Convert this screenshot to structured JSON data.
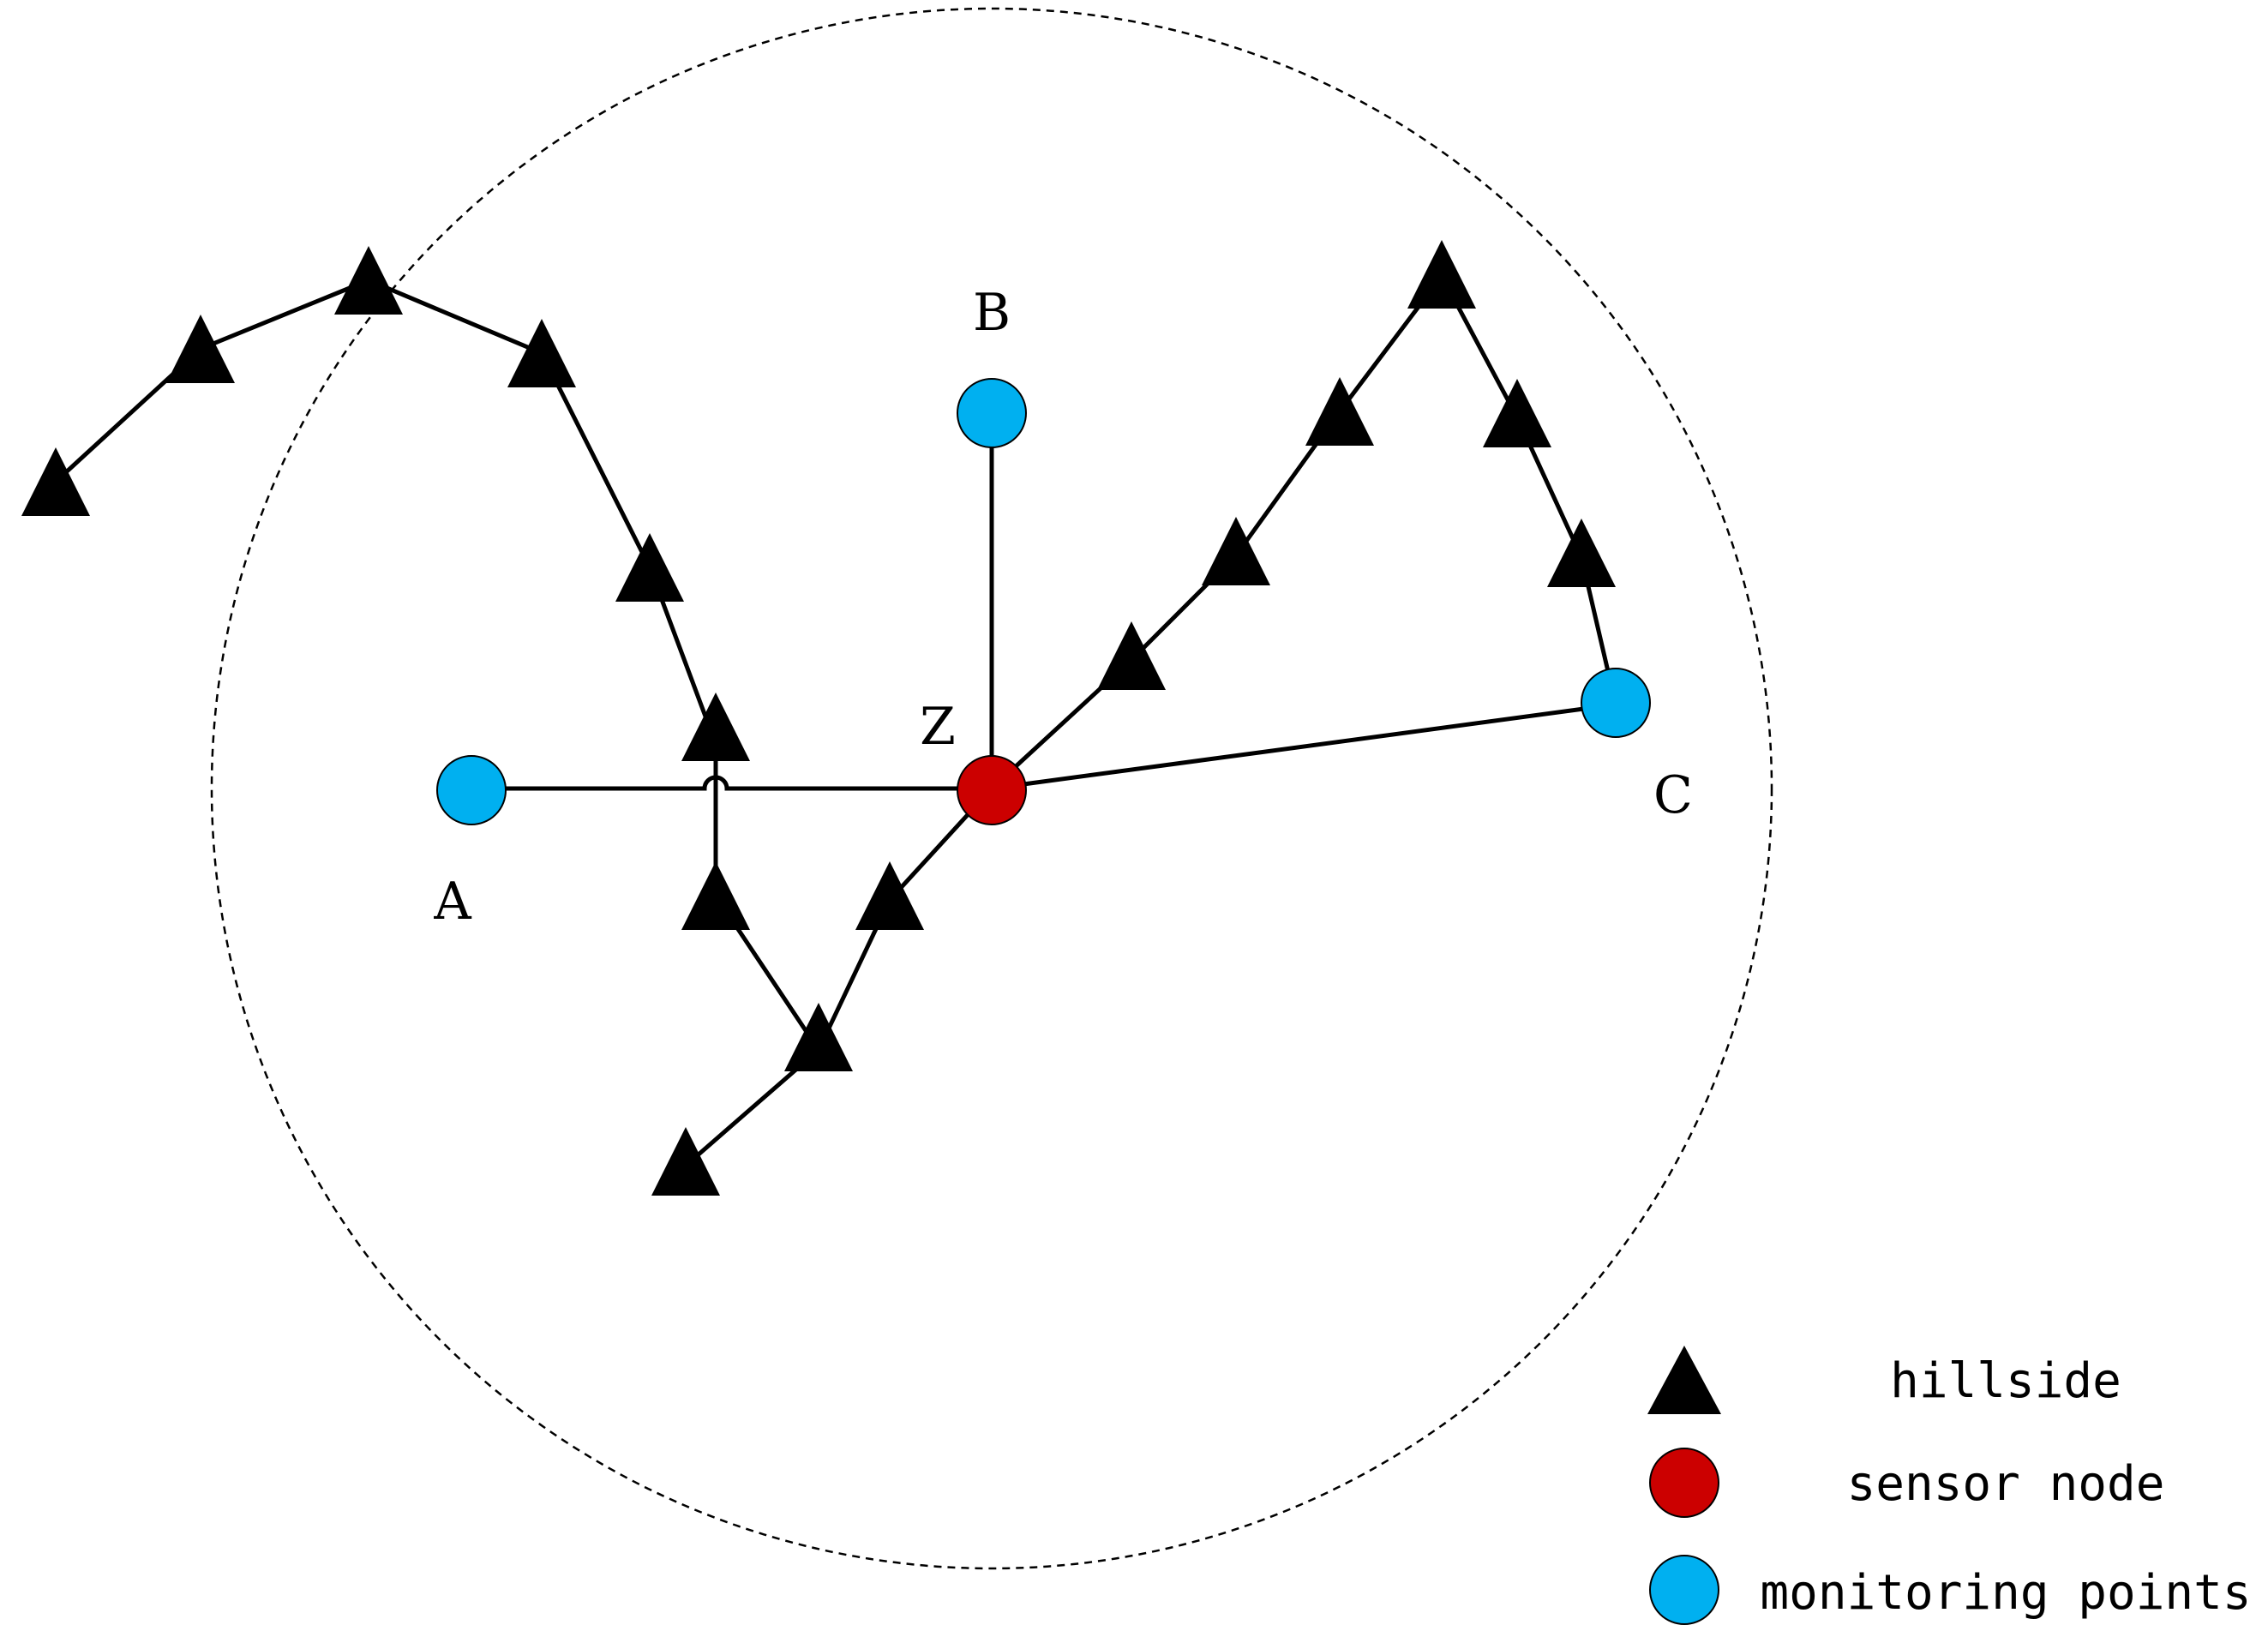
{
  "colors": {
    "hillside": "#000000",
    "sensor_node": "#cc0000",
    "monitoring_point": "#00b0f0",
    "line": "#000000"
  },
  "labels": {
    "A": "A",
    "B": "B",
    "C": "C",
    "Z": "Z"
  },
  "legend": {
    "hillside": "hillside",
    "sensor_node": "sensor node",
    "monitoring_points": "monitoring points"
  }
}
